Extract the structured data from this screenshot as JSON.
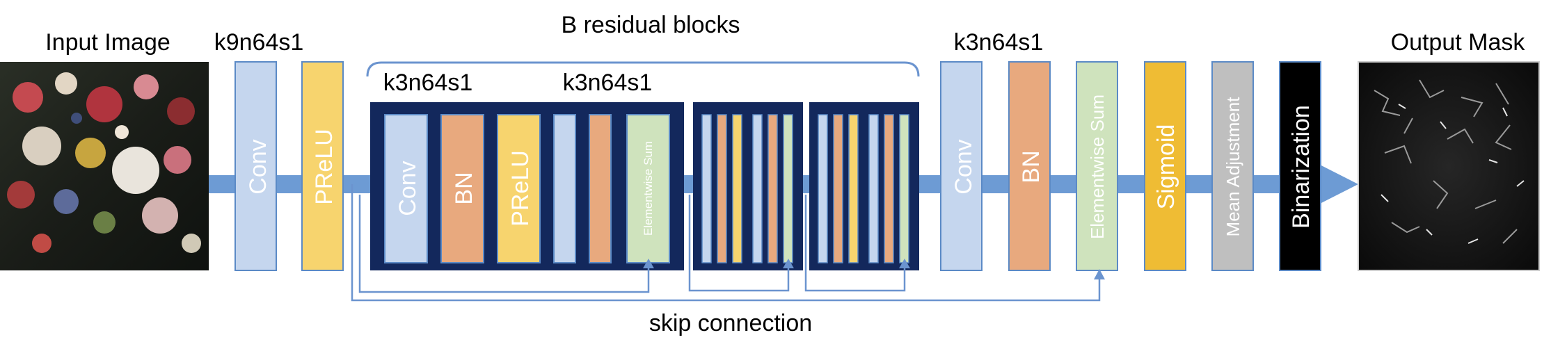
{
  "labels": {
    "input_image": "Input Image",
    "output_mask": "Output Mask",
    "residual_blocks": "B residual blocks",
    "skip_connection": "skip connection",
    "k9": "k9n64s1",
    "k3_block_a": "k3n64s1",
    "k3_block_b": "k3n64s1",
    "k3_tail": "k3n64s1"
  },
  "layers": {
    "conv1": "Conv",
    "prelu1": "PReLU",
    "rb_conv": "Conv",
    "rb_bn": "BN",
    "rb_prelu": "PReLU",
    "rb_sum": "Elementwise Sum",
    "conv2": "Conv",
    "bn2": "BN",
    "sum2": "Elementwise Sum",
    "sigmoid": "Sigmoid",
    "mean_adj": "Mean Adjustment",
    "binarization": "Binarization"
  },
  "colors": {
    "conv": "#c5d6ee",
    "bn": "#e8a97e",
    "prelu": "#f7d46e",
    "sum": "#cfe3bd",
    "sigmoid": "#efbc34",
    "mean": "#bfbfbf",
    "binar": "#000000",
    "block": "#13285c",
    "arrow": "#6d9bd4",
    "line": "#6b94cf"
  }
}
